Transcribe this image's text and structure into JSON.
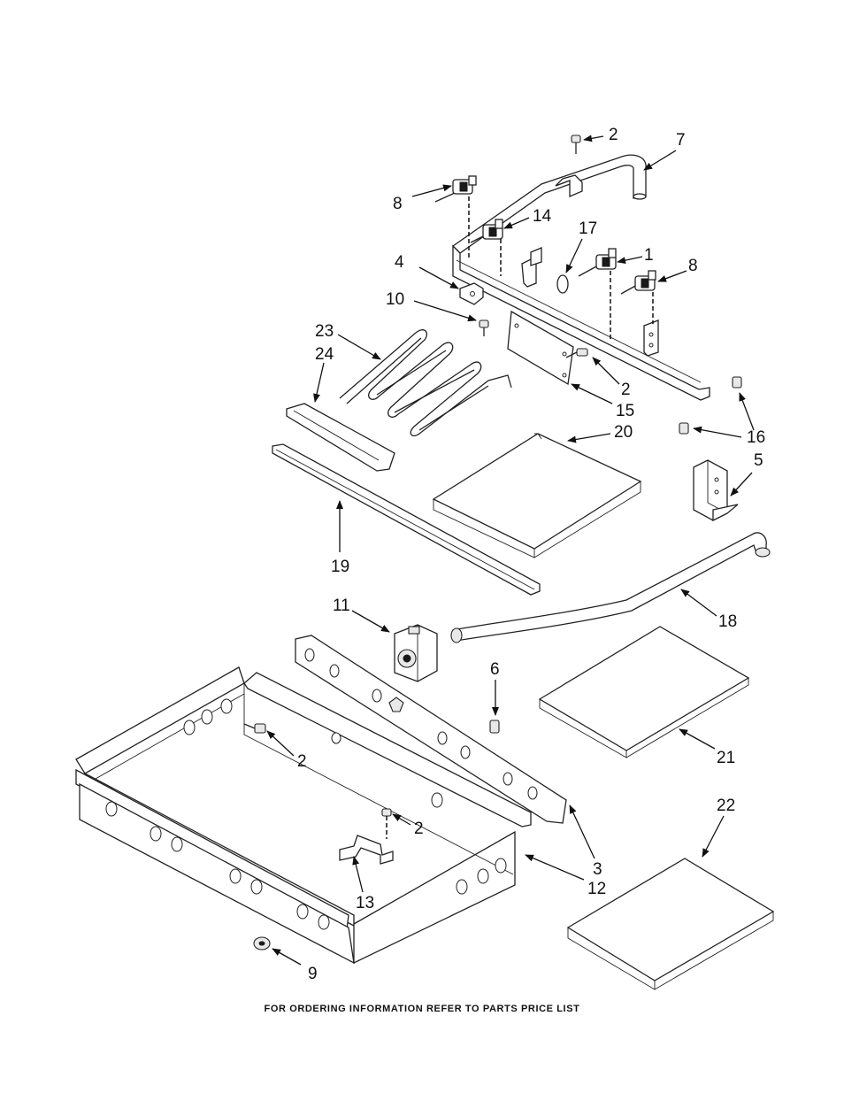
{
  "diagram": {
    "callouts": [
      {
        "id": "c2a",
        "text": "2"
      },
      {
        "id": "c7",
        "text": "7"
      },
      {
        "id": "c8a",
        "text": "8"
      },
      {
        "id": "c14",
        "text": "14"
      },
      {
        "id": "c17",
        "text": "17"
      },
      {
        "id": "c1",
        "text": "1"
      },
      {
        "id": "c8b",
        "text": "8"
      },
      {
        "id": "c4",
        "text": "4"
      },
      {
        "id": "c10",
        "text": "10"
      },
      {
        "id": "c23",
        "text": "23"
      },
      {
        "id": "c24",
        "text": "24"
      },
      {
        "id": "c2b",
        "text": "2"
      },
      {
        "id": "c15",
        "text": "15"
      },
      {
        "id": "c20",
        "text": "20"
      },
      {
        "id": "c16",
        "text": "16"
      },
      {
        "id": "c5",
        "text": "5"
      },
      {
        "id": "c19",
        "text": "19"
      },
      {
        "id": "c11",
        "text": "11"
      },
      {
        "id": "c18",
        "text": "18"
      },
      {
        "id": "c6",
        "text": "6"
      },
      {
        "id": "c21",
        "text": "21"
      },
      {
        "id": "c2c",
        "text": "2"
      },
      {
        "id": "c2d",
        "text": "2"
      },
      {
        "id": "c22",
        "text": "22"
      },
      {
        "id": "c3",
        "text": "3"
      },
      {
        "id": "c12",
        "text": "12"
      },
      {
        "id": "c13",
        "text": "13"
      },
      {
        "id": "c9",
        "text": "9"
      }
    ],
    "footer": "FOR ORDERING INFORMATION REFER TO PARTS PRICE LIST"
  }
}
